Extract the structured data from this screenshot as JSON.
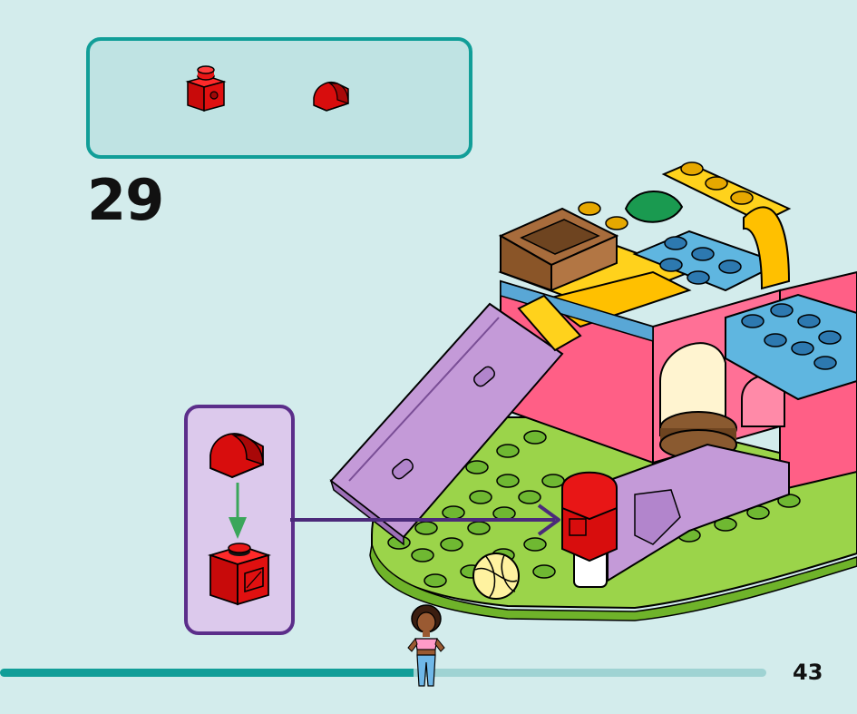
{
  "step": {
    "number": "29"
  },
  "page": {
    "number": "43"
  },
  "progress": {
    "fraction": 0.54
  },
  "parts": [
    {
      "name": "red-bracket-brick",
      "color": "#d80d0d"
    },
    {
      "name": "red-curved-slope",
      "color": "#d80d0d"
    }
  ],
  "colors": {
    "accent_teal": "#119e98",
    "subassembly_border": "#5b2e8a",
    "subassembly_bg": "#dcc9ec",
    "arrow_purple": "#4b2a7a",
    "arrow_green": "#3aa65a",
    "page_bg": "#d3ecec"
  }
}
